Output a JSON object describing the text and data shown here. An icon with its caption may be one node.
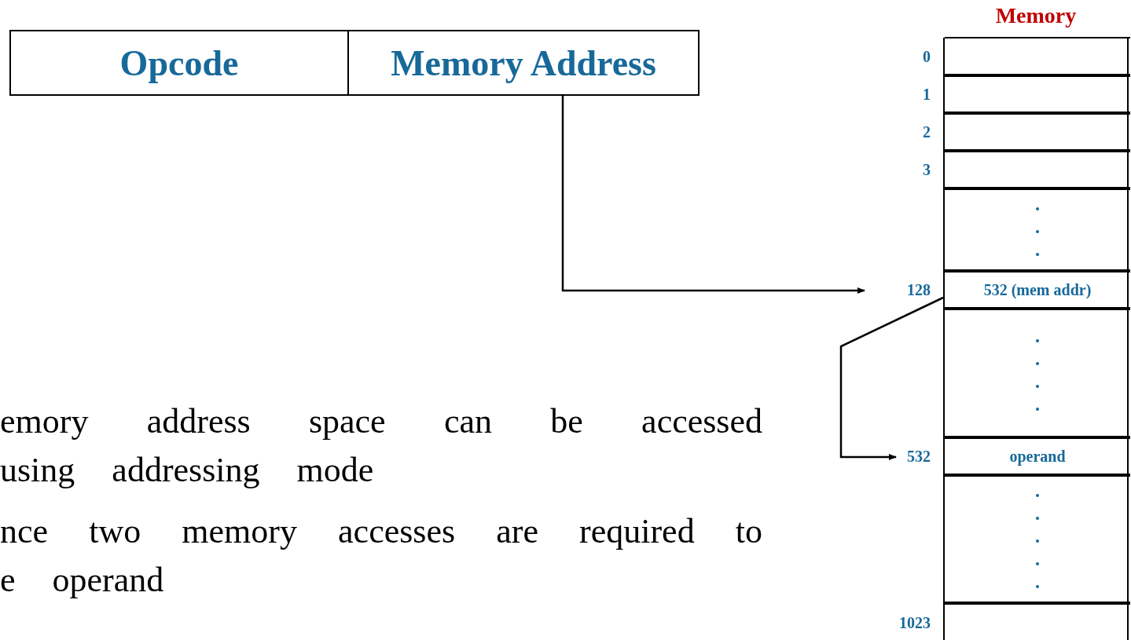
{
  "diagram": {
    "nodes": [
      {
        "text": [
          "Opcode"
        ]
      },
      {
        "text": [
          "Memory Address"
        ]
      },
      {
        "text": [
          "Memory"
        ]
      },
      {
        "text": [],
        "shape": "box",
        "in": 2,
        "beside": [
          "0"
        ]
      },
      {
        "text": [],
        "shape": "box",
        "in": 2,
        "beside": [
          "1"
        ]
      },
      {
        "text": [],
        "shape": "box",
        "in": 2,
        "beside": [
          "2"
        ]
      },
      {
        "text": [],
        "shape": "box",
        "in": 2,
        "beside": [
          "3"
        ]
      },
      {
        "text": [],
        "shape": "box",
        "in": 2
      },
      {
        "text": [
          "532 (mem addr)"
        ],
        "in": 2,
        "beside": [
          "128"
        ]
      },
      {
        "text": [],
        "shape": "box",
        "in": 2
      },
      {
        "text": [
          "operand"
        ],
        "in": 2,
        "beside": [
          "532"
        ]
      },
      {
        "text": [],
        "shape": "box",
        "in": 2
      },
      {
        "text": [],
        "shape": "box",
        "in": 2,
        "beside": [
          "1023"
        ]
      }
    ],
    "edges": [
      {
        "from": 1,
        "to": 8,
        "arrow": "to"
      },
      {
        "from": 8,
        "to": 10,
        "arrow": "to"
      }
    ],
    "labels": [
      "emory address space can be accessed using addressing mode",
      "nce two memory accesses are required to e operand"
    ]
  }
}
